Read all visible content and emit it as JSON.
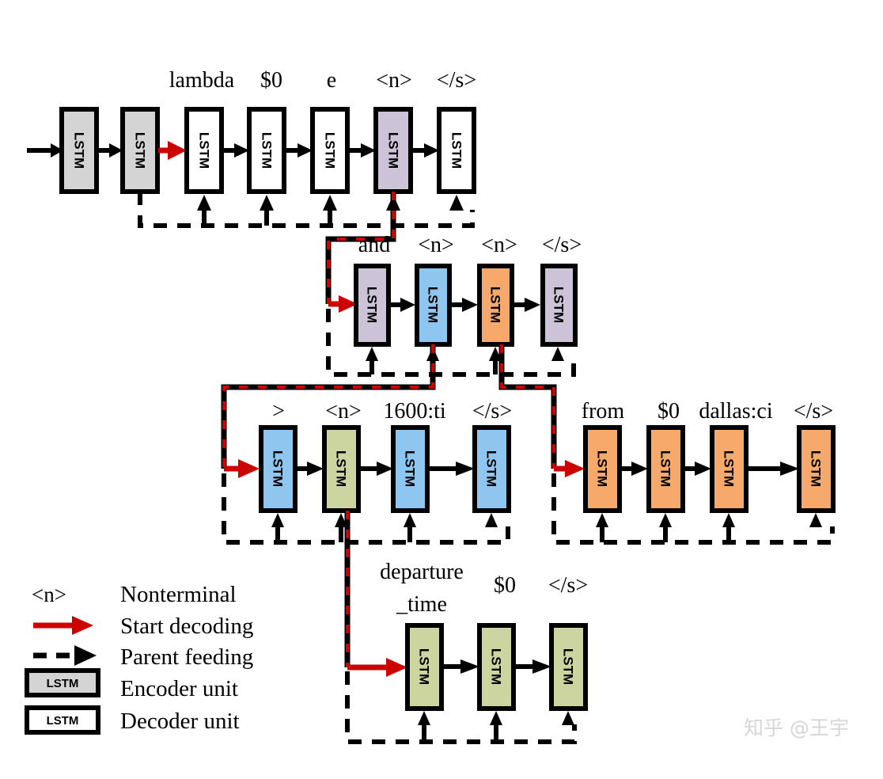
{
  "figure": {
    "title": "Seq2Tree LSTM decoder with parent feeding",
    "colors": {
      "encoder": "#d4d4d4",
      "decoder": "#ffffff",
      "nonterminal_purple": "#ccc3d8",
      "nonterminal_blue": "#8ec6f0",
      "nonterminal_orange": "#f6a96b",
      "nonterminal_green": "#ccd4a0",
      "outline": "#000000",
      "start_decoding": "#cc0000",
      "parent_feeding": "#000000",
      "watermark": "#d6d6d6"
    },
    "cell_text": "LSTM"
  },
  "rows": [
    {
      "id": "row-1",
      "name": "top-sequence",
      "cells": [
        {
          "label": "",
          "color": "#d4d4d4",
          "kind": "encoder"
        },
        {
          "label": "",
          "color": "#d4d4d4",
          "kind": "encoder"
        },
        {
          "label": "lambda",
          "color": "#ffffff",
          "kind": "decoder"
        },
        {
          "label": "$0",
          "color": "#ffffff",
          "kind": "decoder"
        },
        {
          "label": "e",
          "color": "#ffffff",
          "kind": "decoder"
        },
        {
          "label": "<n>",
          "color": "#ccc3d8",
          "kind": "nonterminal"
        },
        {
          "label": "</s>",
          "color": "#ffffff",
          "kind": "decoder"
        }
      ]
    },
    {
      "id": "row-2",
      "name": "second-sequence",
      "cells": [
        {
          "label": "and",
          "color": "#ccc3d8",
          "kind": "decoder"
        },
        {
          "label": "<n>",
          "color": "#8ec6f0",
          "kind": "nonterminal"
        },
        {
          "label": "<n>",
          "color": "#f6a96b",
          "kind": "nonterminal"
        },
        {
          "label": "</s>",
          "color": "#ccc3d8",
          "kind": "decoder"
        }
      ]
    },
    {
      "id": "row-3-left",
      "name": "third-sequence-left",
      "cells": [
        {
          "label": ">",
          "color": "#8ec6f0",
          "kind": "decoder"
        },
        {
          "label": "<n>",
          "color": "#ccd4a0",
          "kind": "nonterminal"
        },
        {
          "label": "1600:ti",
          "color": "#8ec6f0",
          "kind": "decoder"
        },
        {
          "label": "</s>",
          "color": "#8ec6f0",
          "kind": "decoder"
        }
      ]
    },
    {
      "id": "row-3-right",
      "name": "third-sequence-right",
      "cells": [
        {
          "label": "from",
          "color": "#f6a96b",
          "kind": "decoder"
        },
        {
          "label": "$0",
          "color": "#f6a96b",
          "kind": "decoder"
        },
        {
          "label": "dallas:ci",
          "color": "#f6a96b",
          "kind": "decoder"
        },
        {
          "label": "</s>",
          "color": "#f6a96b",
          "kind": "decoder"
        }
      ]
    },
    {
      "id": "row-4",
      "name": "bottom-sequence",
      "cells": [
        {
          "label": "departure_time",
          "label_line1": "departure",
          "label_line2": "_time",
          "color": "#ccd4a0",
          "kind": "decoder"
        },
        {
          "label": "$0",
          "color": "#ccd4a0",
          "kind": "decoder"
        },
        {
          "label": "</s>",
          "color": "#ccd4a0",
          "kind": "decoder"
        }
      ]
    }
  ],
  "legend": {
    "items": [
      {
        "key": "nonterminal",
        "symbol": "<n>",
        "text": "Nonterminal"
      },
      {
        "key": "start-decoding",
        "symbol": "red-arrow",
        "text": "Start decoding"
      },
      {
        "key": "parent-feeding",
        "symbol": "dashed-arrow",
        "text": "Parent feeding"
      },
      {
        "key": "encoder-unit",
        "symbol": "gray-box",
        "text": "Encoder unit"
      },
      {
        "key": "decoder-unit",
        "symbol": "white-box",
        "text": "Decoder unit"
      }
    ]
  },
  "watermark": {
    "text": "知乎 @王宇"
  }
}
